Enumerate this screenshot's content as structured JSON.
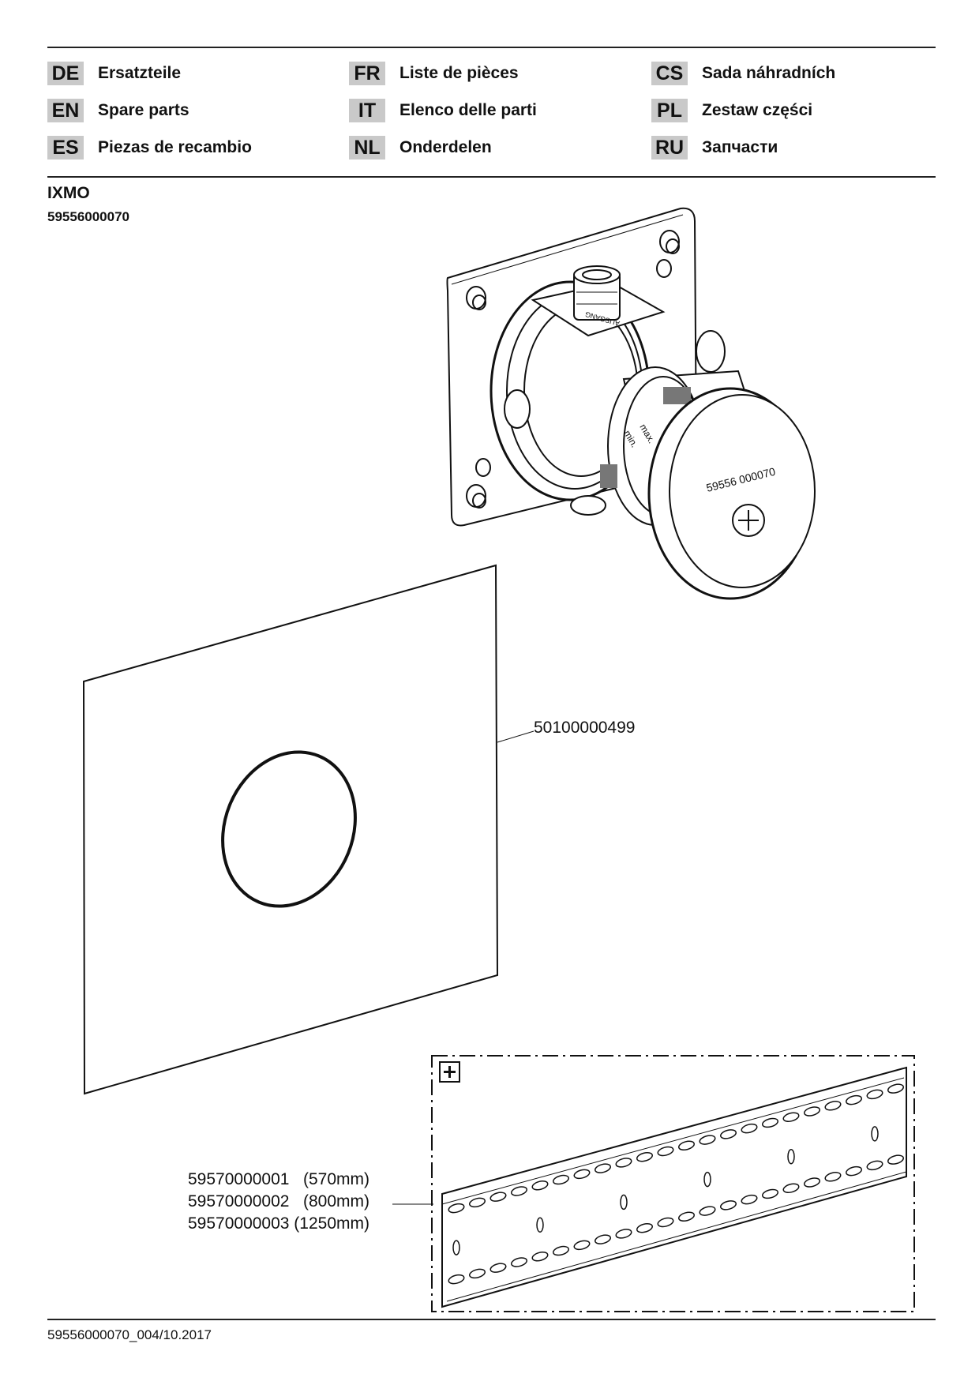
{
  "languages": [
    {
      "code": "DE",
      "label": "Ersatzteile"
    },
    {
      "code": "EN",
      "label": "Spare parts"
    },
    {
      "code": "ES",
      "label": "Piezas de recambio"
    },
    {
      "code": "FR",
      "label": "Liste de pièces"
    },
    {
      "code": "IT",
      "label": "Elenco delle parti"
    },
    {
      "code": "NL",
      "label": "Onderdelen"
    },
    {
      "code": "CS",
      "label": "Sada náhradních"
    },
    {
      "code": "PL",
      "label": "Zestaw części"
    },
    {
      "code": "RU",
      "label": "Запчасти"
    }
  ],
  "product": {
    "name": "IXMO",
    "number": "59556000070"
  },
  "valve": {
    "cap_text": "59556 000070",
    "dial_min": "min.",
    "dial_max": "max.",
    "body_text": "AUSGANG"
  },
  "parts": {
    "cover_plate": "50100000499",
    "rail_lines": [
      "59570000001   (570mm)",
      "59570000002   (800mm)",
      "59570000003 (1250mm)"
    ]
  },
  "footer": {
    "doc_id": "59556000070_004/10.2017"
  }
}
